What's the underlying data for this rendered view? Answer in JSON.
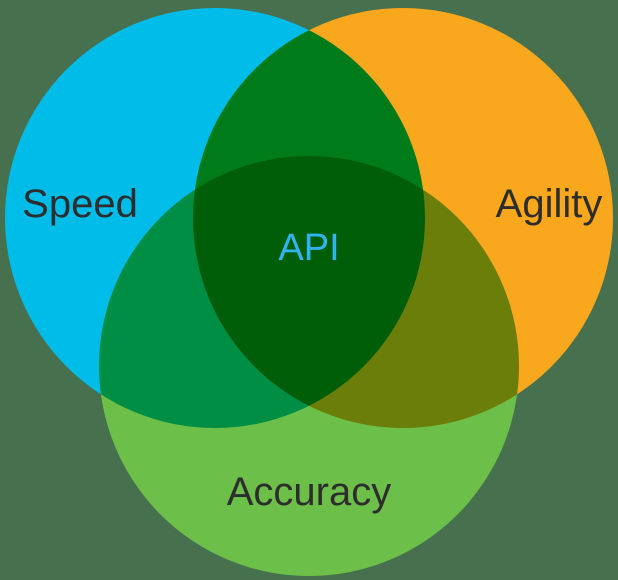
{
  "diagram": {
    "type": "venn",
    "background_color": "#47704E",
    "set_label_color": "#2D2D2D",
    "sets": [
      {
        "id": "speed",
        "label": "Speed",
        "color": "#00BCE9"
      },
      {
        "id": "agility",
        "label": "Agility",
        "color": "#F9A71C"
      },
      {
        "id": "accuracy",
        "label": "Accuracy",
        "color": "#6CC04A"
      }
    ],
    "intersection": {
      "label": "API",
      "label_color": "#2FB4F1"
    }
  }
}
